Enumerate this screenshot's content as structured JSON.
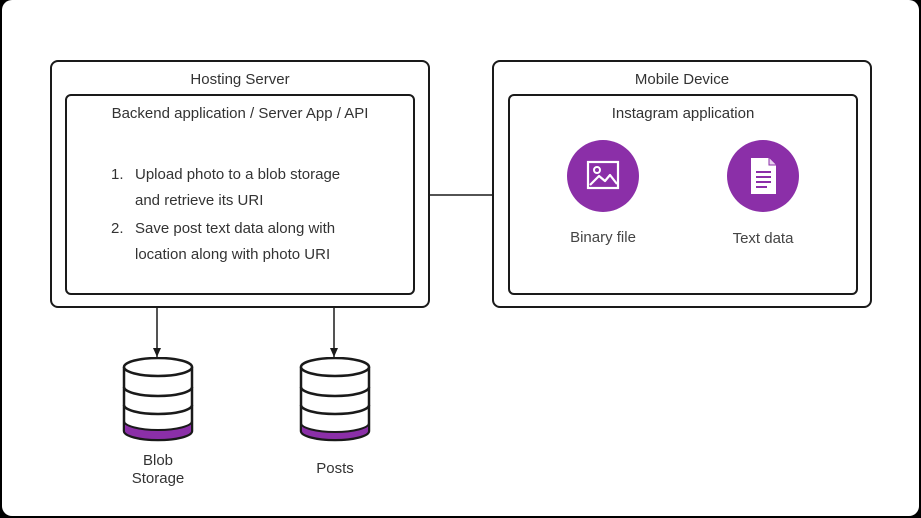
{
  "hosting_server": {
    "title": "Hosting Server",
    "backend": {
      "title": "Backend application / Server App / API",
      "steps": [
        {
          "num": "1.",
          "line1": "Upload photo to a blob storage",
          "line2": "and retrieve its URI"
        },
        {
          "num": "2.",
          "line1": "Save post text data along with",
          "line2": "location along with photo URI"
        }
      ]
    }
  },
  "mobile_device": {
    "title": "Mobile Device",
    "app": {
      "title": "Instagram application",
      "items": [
        {
          "label": "Binary file",
          "icon": "image-icon"
        },
        {
          "label": "Text data",
          "icon": "document-icon"
        }
      ]
    }
  },
  "storage": [
    {
      "label_line1": "Blob",
      "label_line2": "Storage"
    },
    {
      "label_line1": "Posts",
      "label_line2": ""
    }
  ],
  "colors": {
    "accent": "#8b2fa8",
    "border": "#1a1a1a",
    "text": "#333333"
  }
}
